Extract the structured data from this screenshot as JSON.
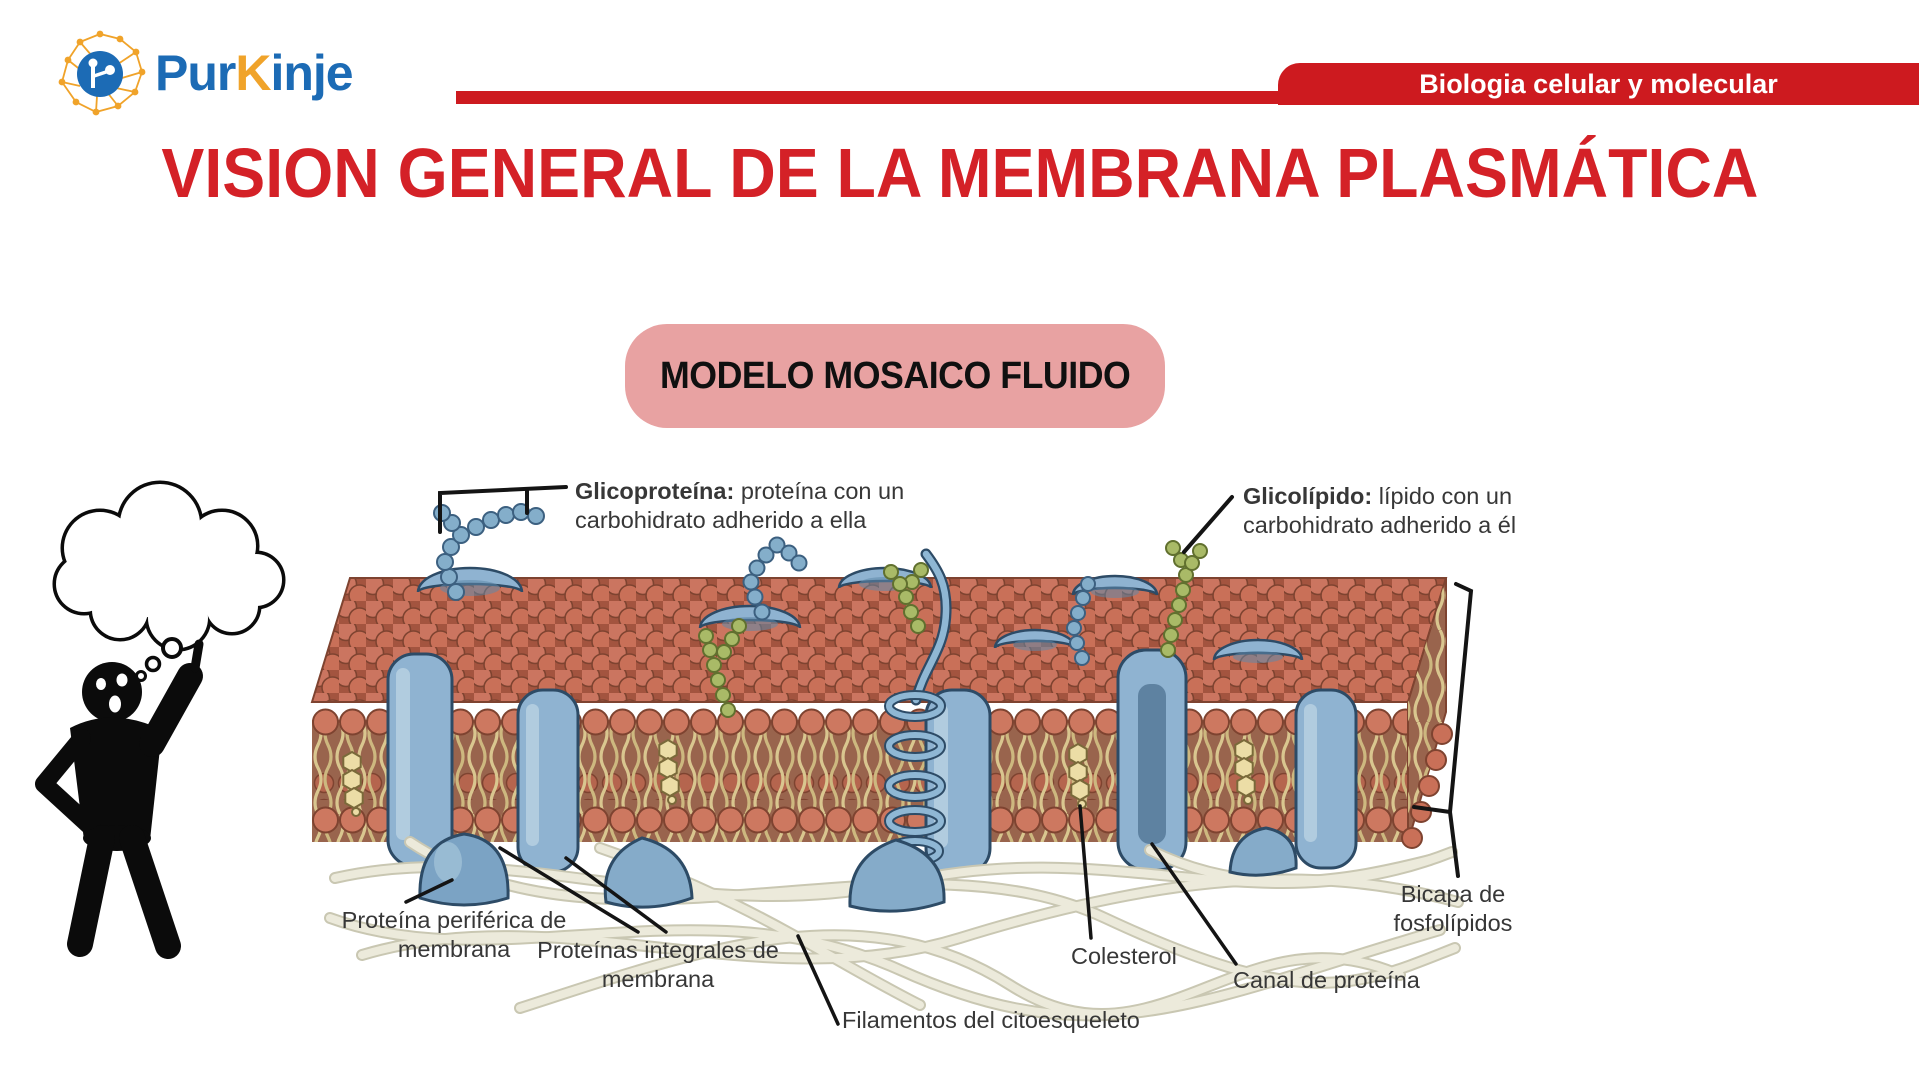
{
  "header": {
    "brand_pur": "Pur",
    "brand_k": "K",
    "brand_inje": "inje",
    "banner": "Biologia celular y molecular"
  },
  "title": "VISION GENERAL DE LA MEMBRANA PLASMÁTICA",
  "badge": "MODELO MOSAICO FLUIDO",
  "diagram": {
    "labels": {
      "glycoprotein_bold": "Glicoproteína:",
      "glycoprotein_rest": " proteína con un carbohidrato adherido a ella",
      "glycolipid_bold": "Glicolípido:",
      "glycolipid_rest": " lípido con un carbohidrato adherido a él",
      "peripheral": "Proteína periférica de membrana",
      "integral": "Proteínas integrales de membrana",
      "cytoskeleton": "Filamentos del citoesqueleto",
      "cholesterol": "Colesterol",
      "channel": "Canal de proteína",
      "bilayer": "Bicapa de fosfolípidos"
    }
  },
  "icons": {
    "logo": "brain-network-icon",
    "thinker": "thinking-person-icon",
    "bubble": "thought-bubble-icon"
  },
  "colors": {
    "accent_red": "#cd1a1f",
    "title_red": "#d42127",
    "badge_pink": "#e8a2a2",
    "brand_blue": "#1c6bb5",
    "brand_orange": "#f0a32a",
    "lipid_head": "#cb7560",
    "protein_blue": "#8fb3d1",
    "glycolipid_green": "#a9ba67",
    "cholesterol_yellow": "#ecdda6"
  }
}
